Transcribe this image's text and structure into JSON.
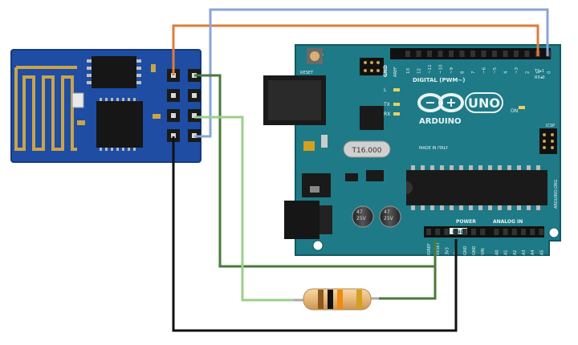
{
  "esp_module": {
    "pins_per_row": 4
  },
  "arduino": {
    "model_text": "UNO",
    "brand_text": "ARDUINO",
    "made_in_text": "MADE IN ITALY",
    "digital_header_text": "DIGITAL (PWM~)",
    "power_text": "POWER",
    "analog_text": "ANALOG IN",
    "gnd_label": "GND",
    "aref_label": "AREF",
    "tx_label": "TX▸1",
    "rx_label": "RX◂0",
    "l_label": "L",
    "tx_led_label": "TX",
    "rx_led_label": "RX",
    "on_label": "ON",
    "icsp_label": "ICSP",
    "site_text": "ARDUINO.ORG",
    "reset_label": "RESET",
    "crystal_text": "T16.000",
    "cap_text": "47\n25V",
    "digital_pins": [
      "13",
      "12",
      "~11",
      "~10",
      "~9",
      "8",
      "7",
      "~6",
      "~5",
      "4",
      "~3",
      "2",
      "1",
      "0"
    ],
    "power_pins": [
      "IOREF",
      "RESET",
      "3V3",
      "5V",
      "GND",
      "GND",
      "VIN"
    ],
    "analog_pins": [
      "A0",
      "A1",
      "A2",
      "A3",
      "A4",
      "A5"
    ]
  },
  "wires": [
    {
      "name": "esp-vcc-to-arduino-tx",
      "color": "#e07b39"
    },
    {
      "name": "esp-rx-to-arduino-rx",
      "color": "#8aa4d6"
    },
    {
      "name": "esp-chpd-to-3v3",
      "color": "#4a7a3a"
    },
    {
      "name": "esp-gpio0-to-resistor",
      "color": "#9bd08a"
    },
    {
      "name": "esp-gnd-to-arduino-gnd",
      "color": "#111111"
    }
  ],
  "resistor": {
    "bands": [
      "#8a5a1e",
      "#111111",
      "#f08a10",
      "#d4a020"
    ]
  },
  "colors": {
    "esp_board": "#1e4da3",
    "arduino_board": "#1e7a86",
    "copper": "#c9a44a"
  }
}
